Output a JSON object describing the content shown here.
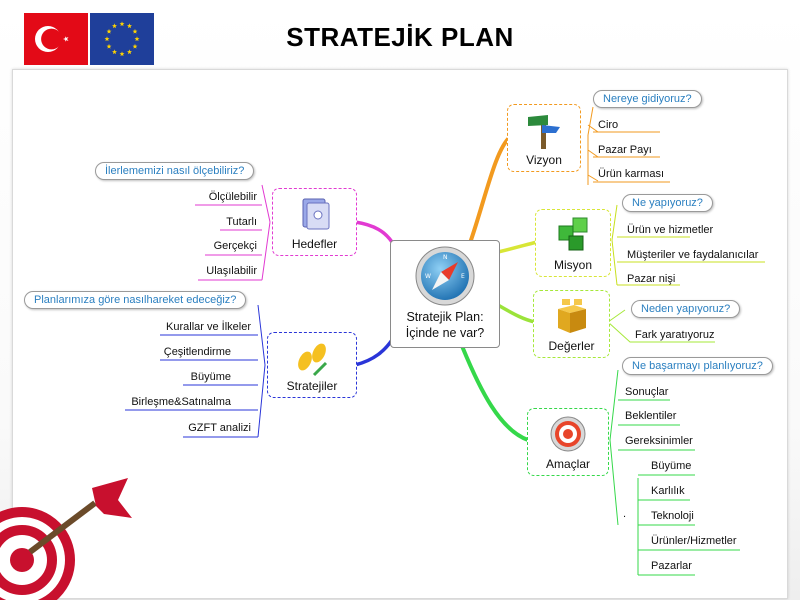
{
  "title": "STRATEJİK PLAN",
  "center": {
    "line1": "Stratejik Plan:",
    "line2": "İçinde ne var?"
  },
  "branches": {
    "vizyon": {
      "label": "Vizyon",
      "question": "Nereye gidiyoruz?",
      "items": [
        "Ciro",
        "Pazar Payı",
        "Ürün karması"
      ],
      "color": "#f29a1f"
    },
    "misyon": {
      "label": "Misyon",
      "question": "Ne yapıyoruz?",
      "items": [
        "Ürün ve hizmetler",
        "Müşteriler ve faydalanıcılar",
        "Pazar nişi"
      ],
      "color": "#c8e020"
    },
    "degerler": {
      "label": "Değerler",
      "question": "Neden yapıyoruz?",
      "items": [
        "Fark yaratıyoruz"
      ],
      "color": "#a6e83a"
    },
    "amaclar": {
      "label": "Amaçlar",
      "question": "Ne başarmayı planlıyoruz?",
      "items": [
        "Sonuçlar",
        "Beklentiler",
        "Gereksinimler"
      ],
      "sub_marker": ".",
      "sub_items": [
        "Büyüme",
        "Karlılık",
        "Teknoloji",
        "Ürünler/Hizmetler",
        "Pazarlar"
      ],
      "color": "#35d84a"
    },
    "hedefler": {
      "label": "Hedefler",
      "question": "İlerlememizi nasıl ölçebiliriz?",
      "items": [
        "Ölçülebilir",
        "Tutarlı",
        "Gerçekçi",
        "Ulaşılabilir"
      ],
      "color": "#e23ad2"
    },
    "stratejiler": {
      "label": "Stratejiler",
      "question": "Planlarımıza göre nasılhareket edeceğiz?",
      "items": [
        "Kurallar ve İlkeler",
        "Çeşitlendirme",
        "Büyüme",
        "Birleşme&Satınalma",
        "GZFT analizi"
      ],
      "color": "#2a35d8"
    }
  }
}
